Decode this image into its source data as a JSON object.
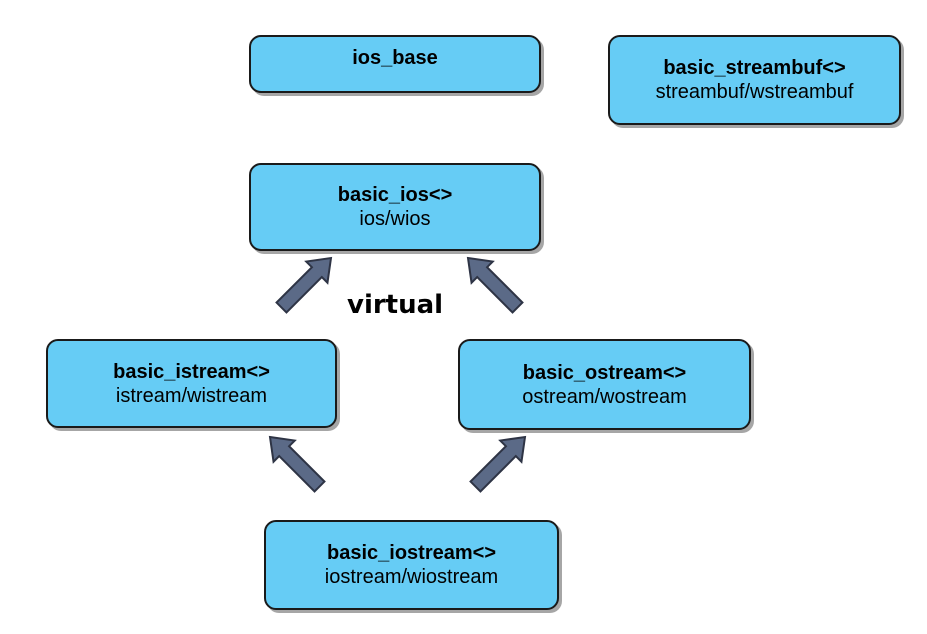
{
  "boxes": {
    "ios_base": {
      "title": "ios_base",
      "sub": ""
    },
    "streambuf": {
      "title": "basic_streambuf<>",
      "sub": "streambuf/wstreambuf"
    },
    "basic_ios": {
      "title": "basic_ios<>",
      "sub": "ios/wios"
    },
    "istream": {
      "title": "basic_istream<>",
      "sub": "istream/wistream"
    },
    "ostream": {
      "title": "basic_ostream<>",
      "sub": "ostream/wostream"
    },
    "iostream": {
      "title": "basic_iostream<>",
      "sub": "iostream/wiostream"
    }
  },
  "virtual_label": "virtual",
  "colors": {
    "box_fill": "#66ccf5",
    "box_border": "#1a1a1a",
    "arrow_fill": "#5b6a87",
    "arrow_stroke": "#2e3445"
  }
}
